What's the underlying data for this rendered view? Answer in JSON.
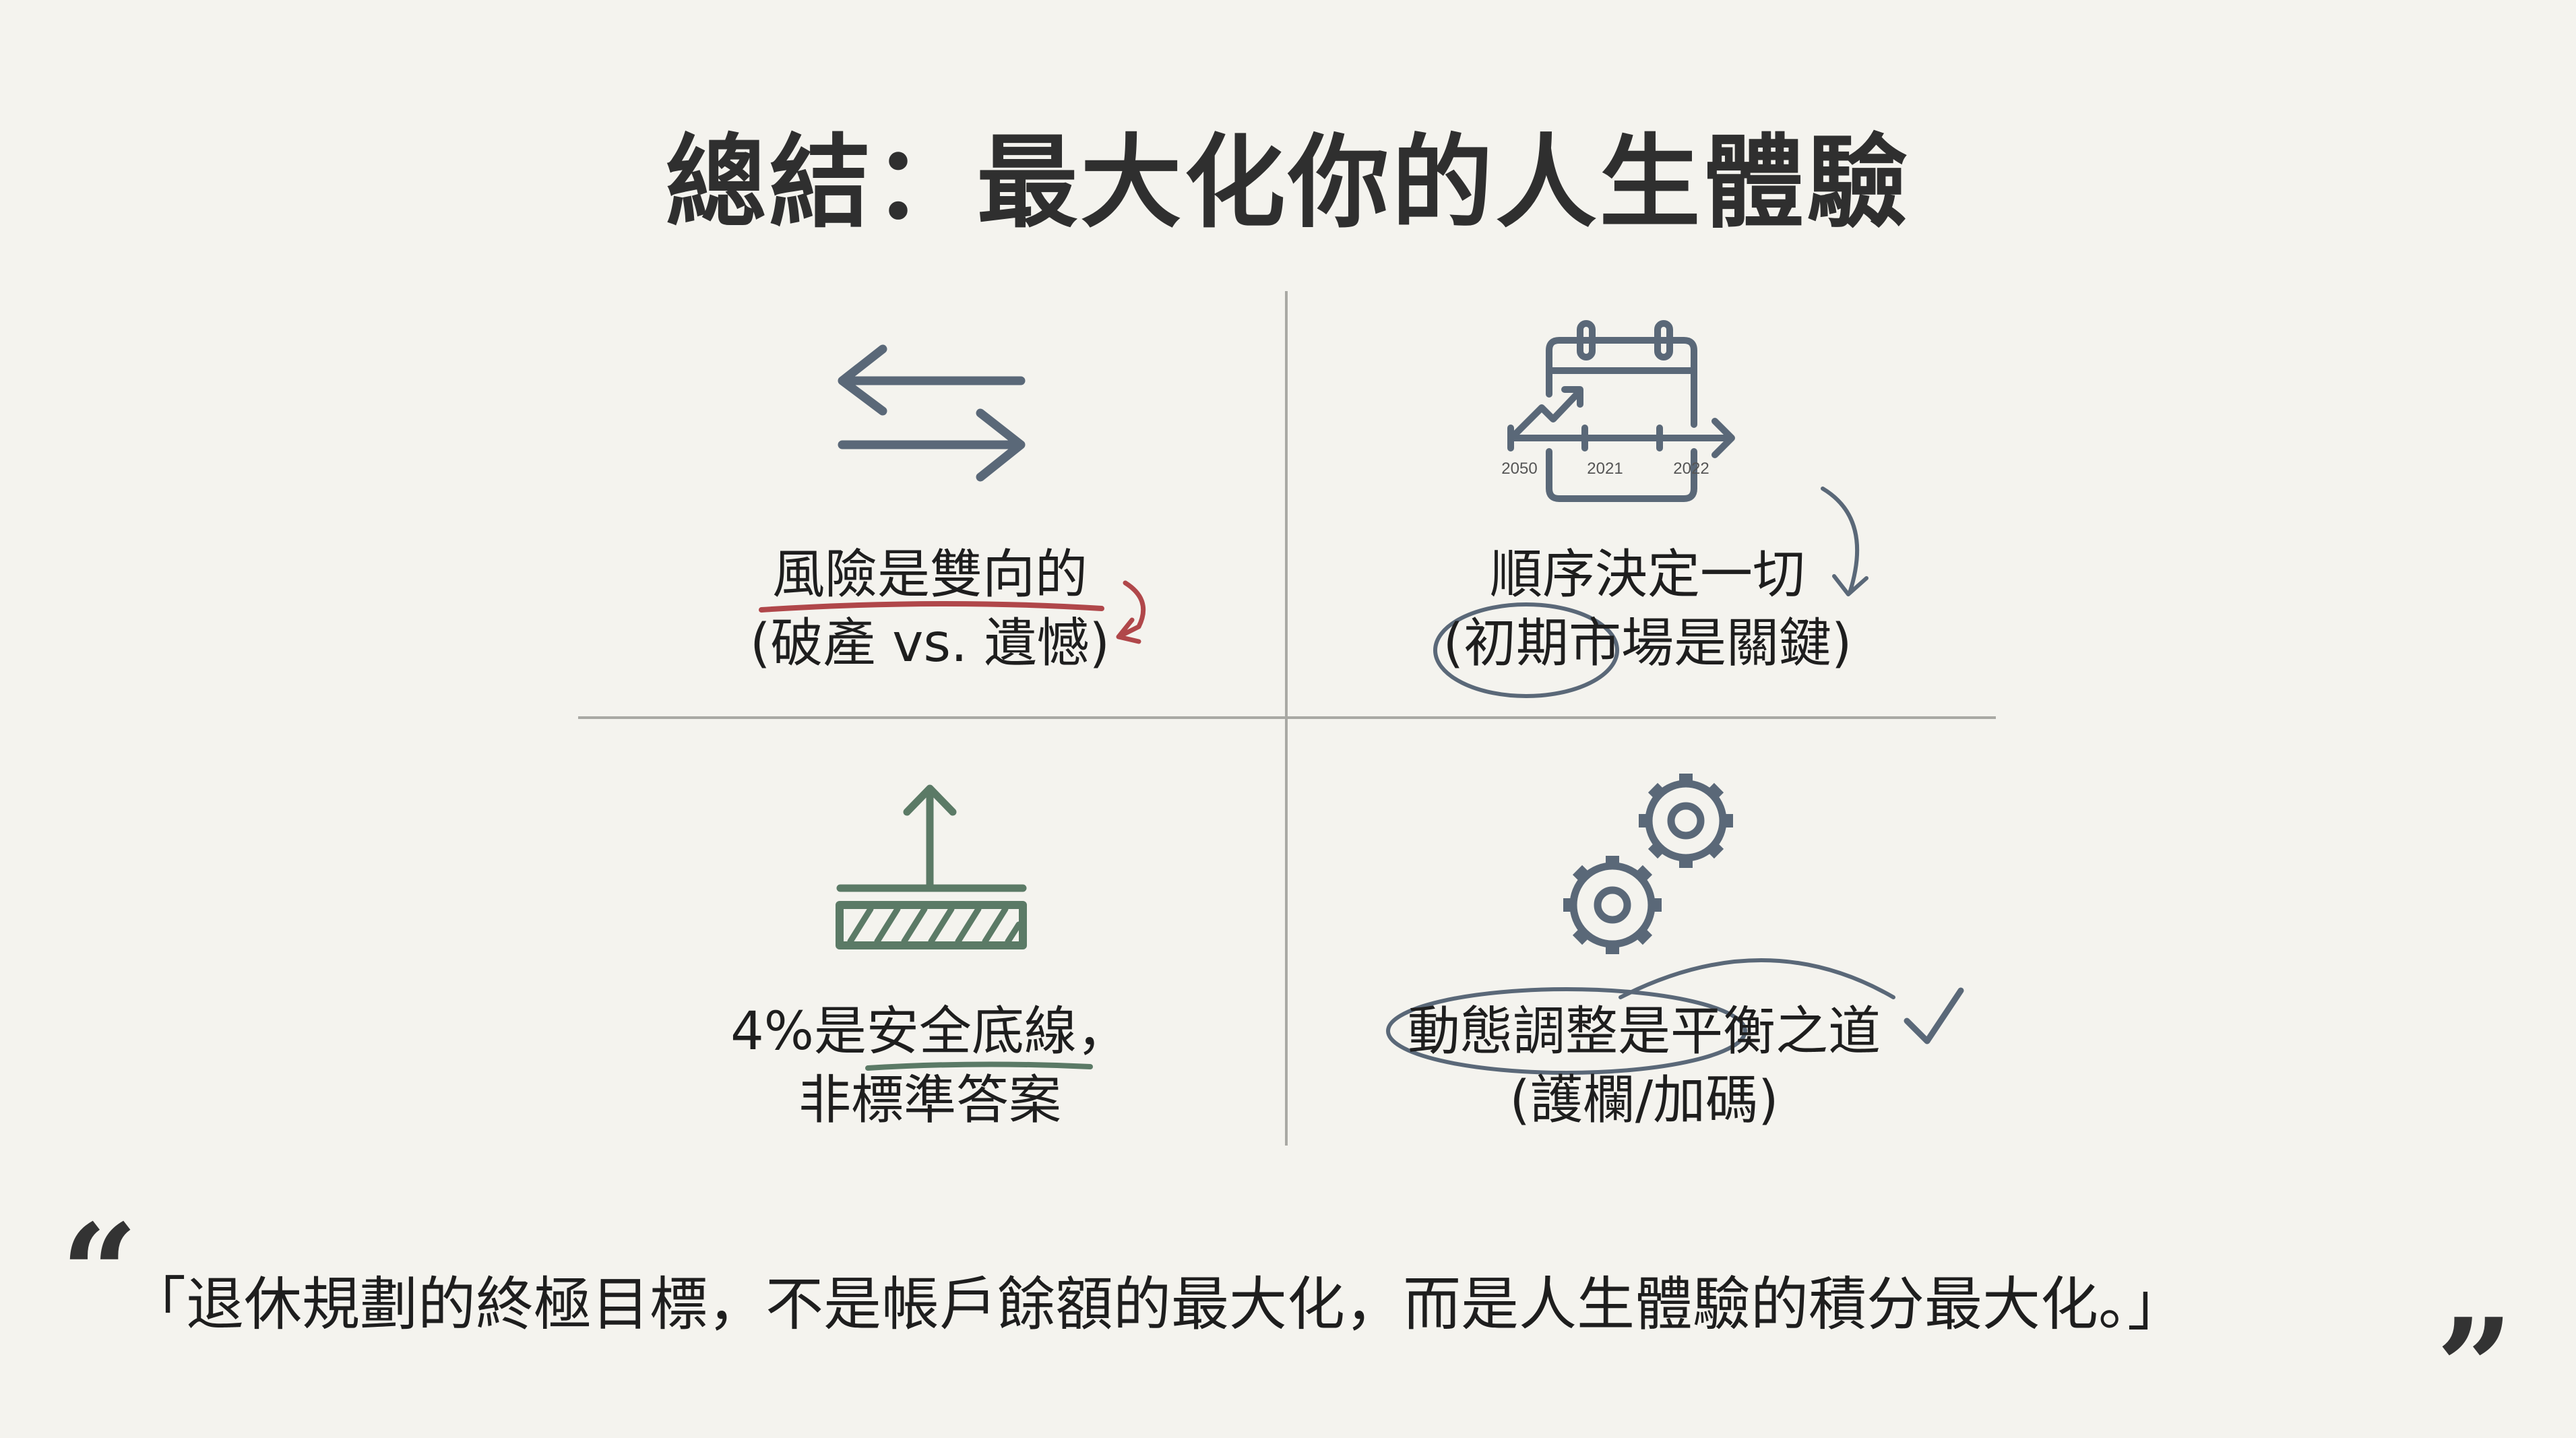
{
  "title": "總結：最大化你的人生體驗",
  "quadrants": [
    {
      "icon": "bidirectional-arrows-icon",
      "line1": "風險是雙向的",
      "line2": "(破產 vs. 遺憾)"
    },
    {
      "icon": "calendar-timeline-icon",
      "line1": "順序決定一切",
      "line2": "(初期市場是關鍵)",
      "timeline_labels": [
        "2050",
        "2021",
        "2022"
      ]
    },
    {
      "icon": "floor-with-up-arrow-icon",
      "line1": "4%是安全底線，",
      "line2": "非標準答案"
    },
    {
      "icon": "gears-icon",
      "line1": "動態調整是平衡之道",
      "line2": "(護欄/加碼)"
    }
  ],
  "quote": "「退休規劃的終極目標，不是帳戶餘額的最大化，而是人生體驗的積分最大化。」",
  "colors": {
    "background": "#f4f3ee",
    "slate": "#5a6878",
    "red": "#b0474a",
    "green": "#5b7a66",
    "text": "#1e1e1e"
  }
}
